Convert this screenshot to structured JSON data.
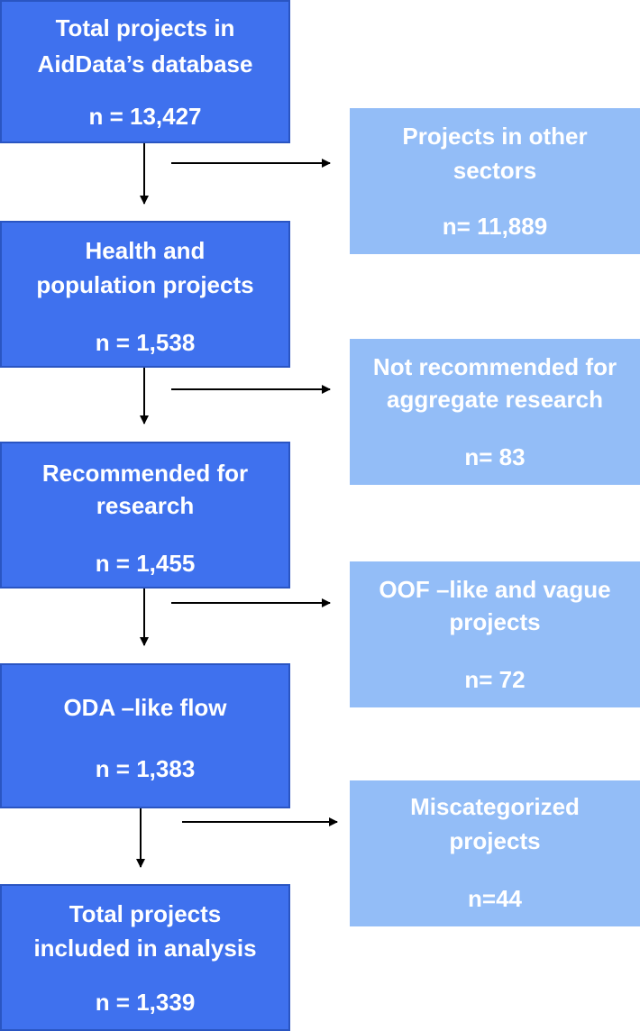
{
  "colors": {
    "main_box": "#3f71ee",
    "main_border": "#2a55c2",
    "side_box": "#93bdf7",
    "text": "#ffffff",
    "arrow": "#000000"
  },
  "flow": {
    "main_steps": [
      {
        "lines": [
          "Total projects in",
          "AidData’s database"
        ],
        "count": "n = 13,427"
      },
      {
        "lines": [
          "Health and",
          "population projects"
        ],
        "count": "n = 1,538"
      },
      {
        "lines": [
          "Recommended for",
          "research"
        ],
        "count": "n = 1,455"
      },
      {
        "lines": [
          "ODA –like flow"
        ],
        "count": "n = 1,383"
      },
      {
        "lines": [
          "Total projects",
          "included in analysis"
        ],
        "count": "n = 1,339"
      }
    ],
    "exclusions": [
      {
        "lines": [
          "Projects in other",
          "sectors"
        ],
        "count": "n= 11,889"
      },
      {
        "lines": [
          "Not recommended for",
          "aggregate research"
        ],
        "count": "n= 83"
      },
      {
        "lines": [
          "OOF –like and vague",
          "projects"
        ],
        "count": "n= 72"
      },
      {
        "lines": [
          "Miscategorized",
          "projects"
        ],
        "count": "n=44"
      }
    ]
  }
}
